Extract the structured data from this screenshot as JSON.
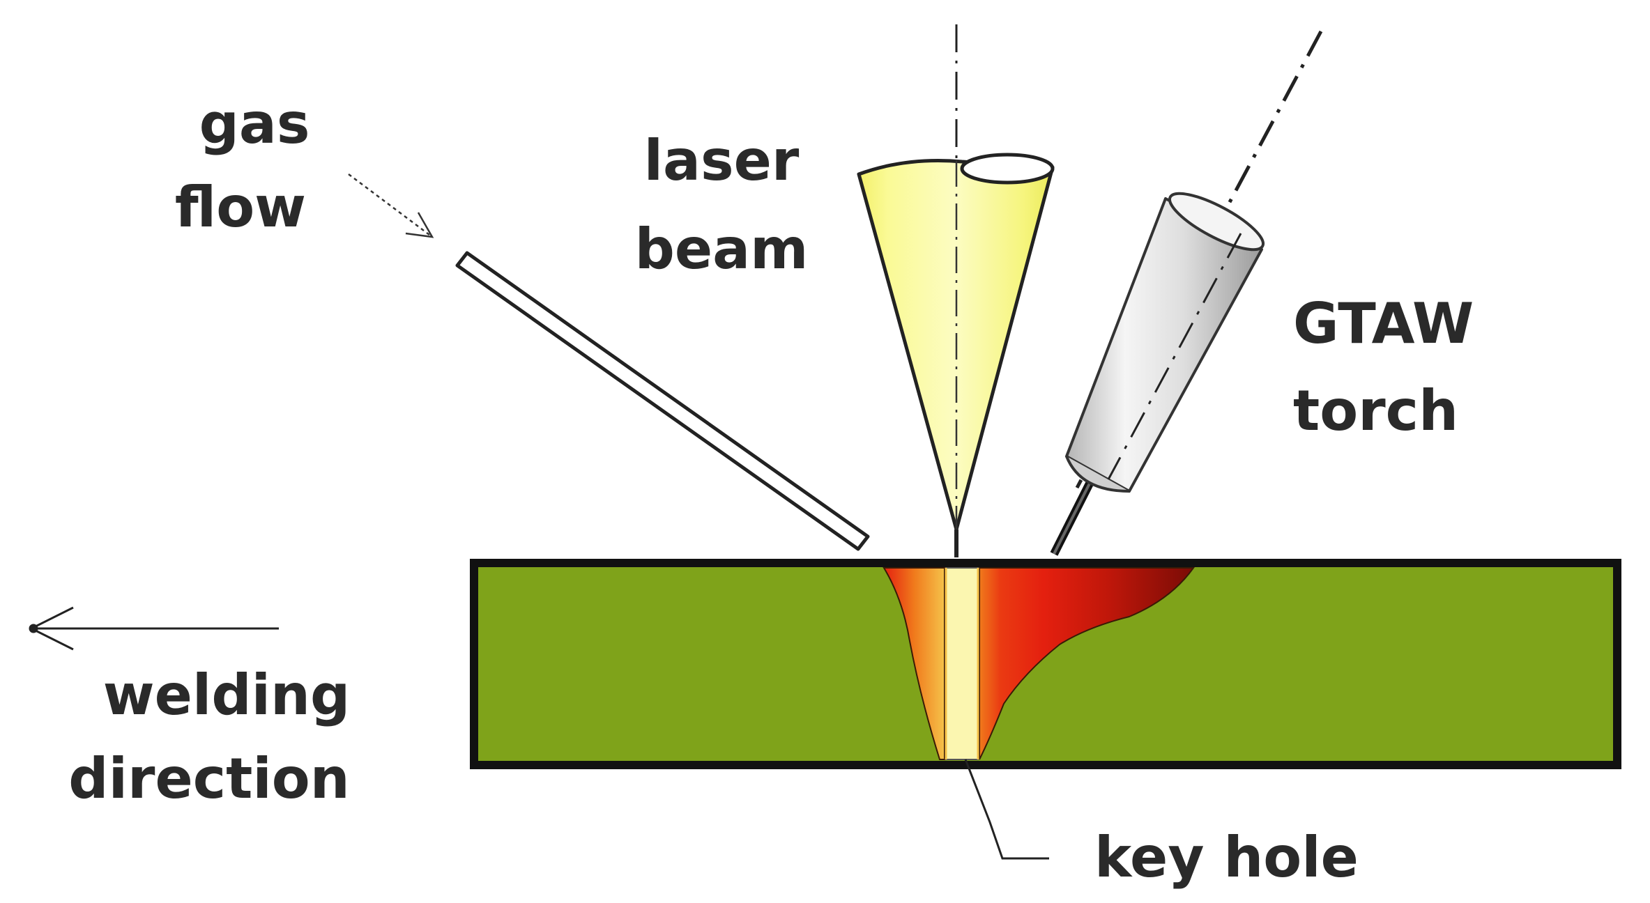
{
  "labels": {
    "gas_flow": [
      "gas",
      "flow"
    ],
    "laser_beam": [
      "laser",
      "beam"
    ],
    "gtaw_torch": [
      "GTAW",
      "torch"
    ],
    "welding_direction": [
      "welding",
      "direction"
    ],
    "key_hole": "key hole"
  },
  "colors": {
    "workpiece": "#7fa31a",
    "workpiece_border": "#111111",
    "laser_cone": "#f8f78a",
    "weld_pool_dark": "#8b0d07",
    "weld_pool_red": "#e4200f",
    "weld_pool_orange": "#f07a1c",
    "keyhole": "#fbf6b0",
    "torch_body": "#e3e3e3"
  },
  "icons": [
    "gas-nozzle-icon",
    "laser-cone-icon",
    "gtaw-torch-icon",
    "direction-arrow-icon"
  ]
}
